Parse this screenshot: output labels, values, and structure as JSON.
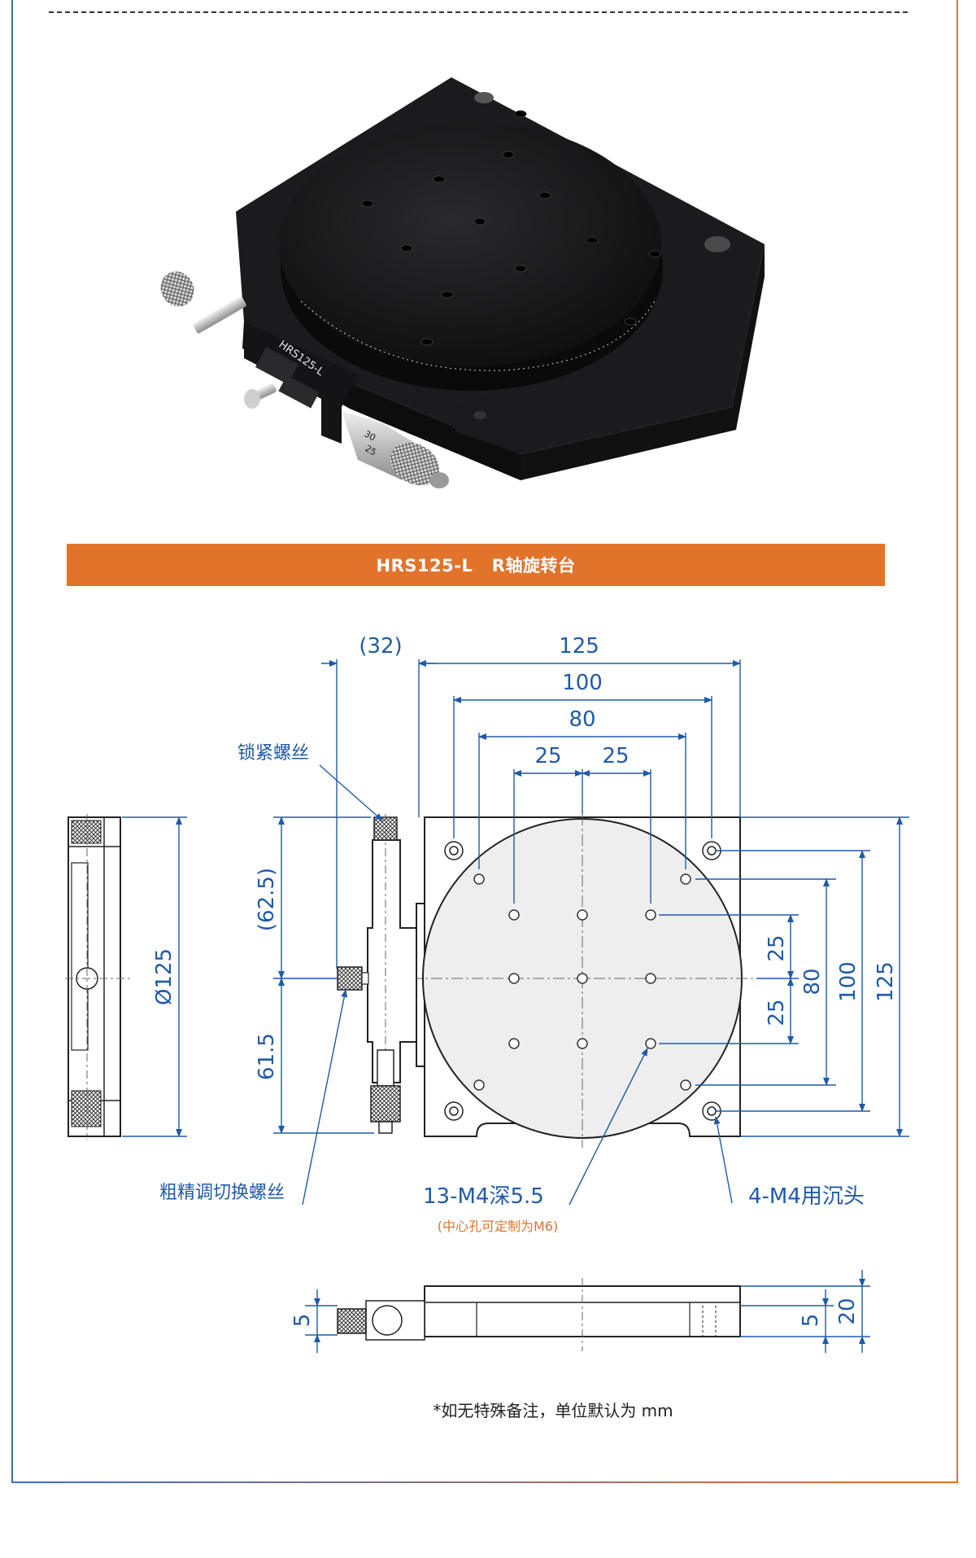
{
  "banner": {
    "title": "HRS125-L   R轴旋转台"
  },
  "photo": {
    "model_marking": "HRS125-L"
  },
  "dims_top": {
    "d32": "(32)",
    "d125": "125",
    "d100": "100",
    "d80": "80",
    "d25a": "25",
    "d25b": "25"
  },
  "dims_side": {
    "d625": "(62.5)",
    "d615": "61.5",
    "dia125": "Ø125"
  },
  "dims_right": {
    "r25a": "25",
    "r25b": "25",
    "r80": "80",
    "r100": "100",
    "r125": "125"
  },
  "dims_bottom_view": {
    "h5_left": "5",
    "h5_right": "5",
    "h20": "20"
  },
  "callouts": {
    "lock_screw": "锁紧螺丝",
    "coarse_fine": "粗精调切换螺丝",
    "holes_13": "13-M4深5.5",
    "holes_note": "(中心孔可定制为M6)",
    "holes_4": "4-M4用沉头"
  },
  "footnote": "*如无特殊备注，单位默认为 mm",
  "colors": {
    "accent_orange": "#e2732b",
    "dim_blue": "#1f5aa8",
    "frame_blue": "#3a6fc0"
  }
}
